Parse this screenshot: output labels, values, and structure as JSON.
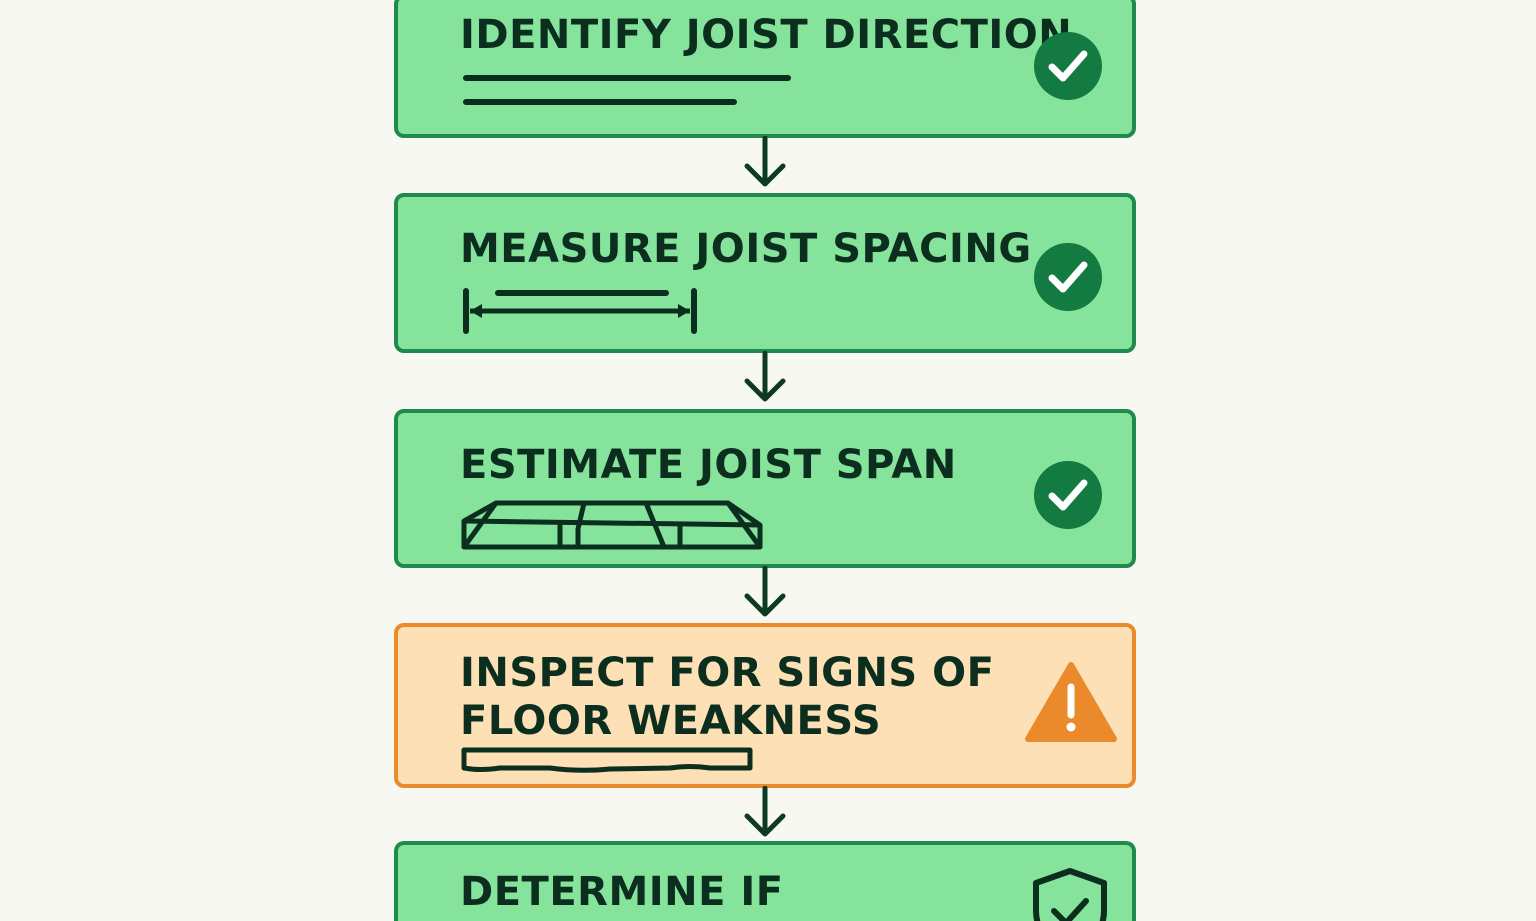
{
  "colors": {
    "background": "#f7f8f1",
    "ok_fill": "#86e39b",
    "ok_border": "#1f8a4c",
    "warn_fill": "#fde0b5",
    "warn_border": "#ea8a2b",
    "ink": "#0c2e1e",
    "check_circle": "#137b41",
    "warning_triangle": "#ea8a2b"
  },
  "steps": [
    {
      "title": "IDENTIFY JOIST DIRECTION",
      "status": "complete",
      "icon": "check-circle-icon",
      "illustration": "text-lines-icon"
    },
    {
      "title": "MEASURE JOIST SPACING",
      "status": "complete",
      "icon": "check-circle-icon",
      "illustration": "measurement-bracket-icon"
    },
    {
      "title": "ESTIMATE JOIST SPAN",
      "status": "complete",
      "icon": "check-circle-icon",
      "illustration": "joist-frame-icon"
    },
    {
      "title": "INSPECT FOR SIGNS OF\nFLOOR WEAKNESS",
      "status": "warning",
      "icon": "warning-triangle-icon",
      "illustration": "sagging-board-icon"
    },
    {
      "title": "DETERMINE IF\nREINFORCEMENT IS NEEDED",
      "status": "pending",
      "icon": "shield-check-icon",
      "illustration": ""
    }
  ]
}
